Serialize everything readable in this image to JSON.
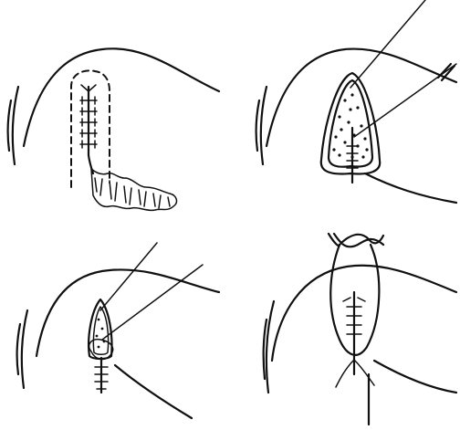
{
  "figure": {
    "panels": [
      {
        "id": "top-left",
        "depicts": "incision-with-dashed-outline-and-shaded-area"
      },
      {
        "id": "top-right",
        "depicts": "elliptical-excision-with-stippled-interior-and-sutures"
      },
      {
        "id": "bottom-left",
        "depicts": "narrow-excision-with-loop-suture"
      },
      {
        "id": "bottom-right",
        "depicts": "closed-wound-with-sutures"
      }
    ],
    "ink_color": "#111111",
    "background": "#ffffff"
  }
}
